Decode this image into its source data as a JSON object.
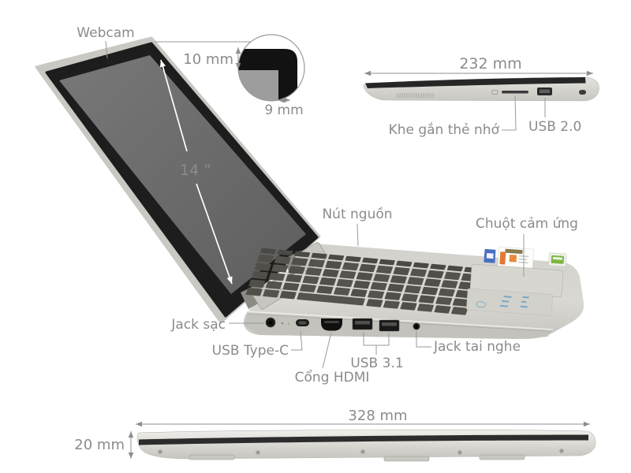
{
  "diagram": {
    "subject": "laptop-feature-annotation",
    "annotations": {
      "webcam": "Webcam",
      "bezel_top_thickness": "10 mm",
      "bezel_side_thickness": "9 mm",
      "screen_diagonal": "14 ”",
      "power_button": "Nút nguồn",
      "touchpad": "Chuột cảm ứng",
      "charging_jack": "Jack sạc",
      "usb_type_c": "USB Type-C",
      "hdmi_port": "Cổng HDMI",
      "usb_3_1": "USB 3.1",
      "headphone_jack": "Jack tai nghe",
      "card_slot": "Khe gắn thẻ nhớ",
      "usb_2_0": "USB 2.0"
    },
    "measurements": {
      "side_depth": "232 mm",
      "front_width": "328 mm",
      "front_thickness": "20 mm"
    },
    "colors": {
      "label_text": "#8b8b8b",
      "leader_line": "#9a9a9a",
      "screen_gray": "#6c6c6c",
      "bezel_black": "#1e1e1e",
      "body_silver": "#d6d5d0",
      "key_gray": "#56544e",
      "sticker_blue": "#4a6fc0",
      "sticker_orange": "#e07a35",
      "sticker_green": "#7db544"
    }
  }
}
